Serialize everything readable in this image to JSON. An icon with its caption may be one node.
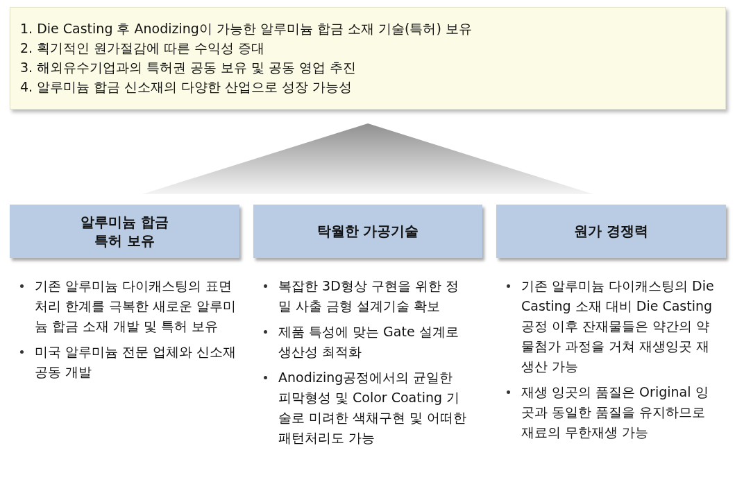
{
  "diagram": {
    "nodes": [
      {
        "text": [
          "1. Die Casting 후 Anodizing이 가능한 알루미늄 합금 소재 기술(특허) 보유",
          "2. 획기적인 원가절감에 따른 수익성 증대",
          "3. 해외유수기업과의 특허권 공동 보유 및 공동 영업 추진",
          "4. 알루미늄 합금 신소재의 다양한 산업으로 성장 가능성"
        ]
      },
      {
        "text": [
          "알루미늄 합금 특허 보유"
        ],
        "beside": [
          "기존 알루미늄 다이캐스팅의 표면처리 한계를 극복한 새로운 알루미늄 합금 소재 개발 및 특허 보유",
          "미국 알루미늄 전문 업체와 신소재 공동 개발"
        ]
      },
      {
        "text": [
          "탁월한 가공기술"
        ],
        "beside": [
          "복잡한 3D형상 구현을 위한 정밀 사출 금형 설계기술 확보",
          "제품 특성에 맞는 Gate 설계로 생산성 최적화",
          "Anodizing공정에서의 균일한 피막형성 및 Color Coating 기술로 미려한 색채구현 및 어떠한 패턴처리도 가능"
        ]
      },
      {
        "text": [
          "원가 경쟁력"
        ],
        "beside": [
          "기존 알루미늄 다이캐스팅의 Die Casting 소재 대비 Die Casting 공정 이후 잔재물들은 약간의 약물첨가 과정을 거쳐 재생잉곳 재생산 가능",
          "재생 잉곳의 품질은 Original 잉곳과 동일한 품질을 유지하므로 재료의 무한재생 가능"
        ]
      }
    ]
  }
}
